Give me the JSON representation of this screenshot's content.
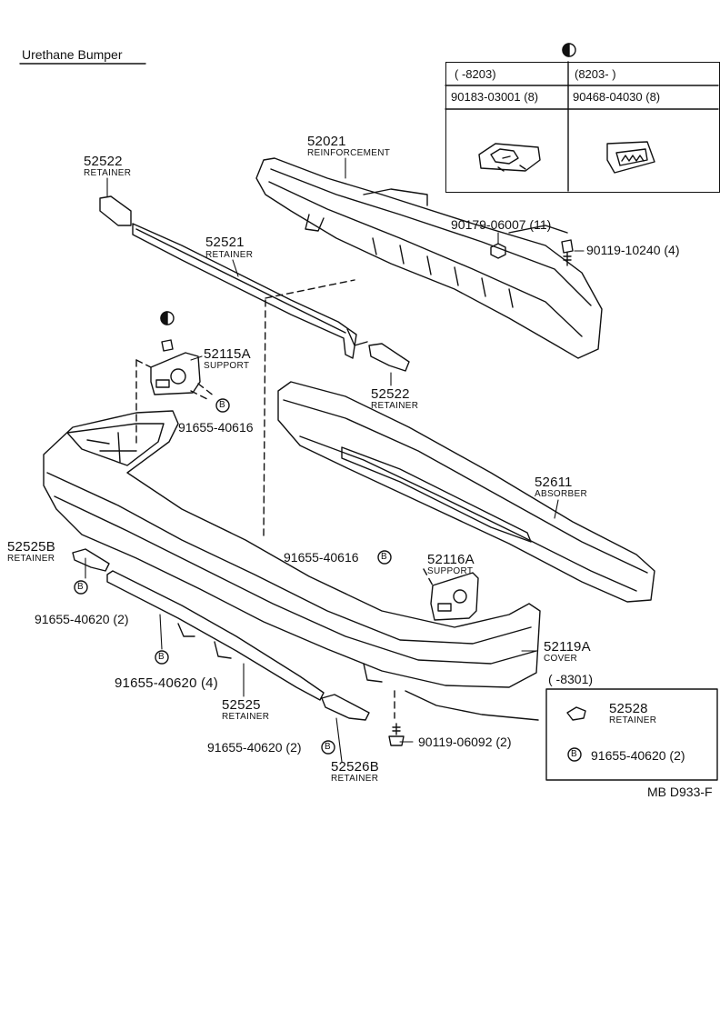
{
  "title": "Urethane Bumper",
  "diagram_code": "MB D933-F",
  "symbols": {
    "b_mark": "B"
  },
  "inset_table": {
    "headers": [
      "(      -8203)",
      "(8203-        )"
    ],
    "parts": [
      "90183-03001 (8)",
      "90468-04030 (8)"
    ]
  },
  "inset_2": {
    "header": "(      -8301)",
    "part_number": "52528",
    "part_name": "RETAINER",
    "fastener": "91655-40620 (2)"
  },
  "callouts": [
    {
      "id": "52522",
      "name": "RETAINER"
    },
    {
      "id": "52021",
      "name": "REINFORCEMENT"
    },
    {
      "id": "90179-06007 (11)"
    },
    {
      "id": "90119-10240 (4)"
    },
    {
      "id": "52521",
      "name": "RETAINER"
    },
    {
      "id": "52115A",
      "name": "SUPPORT"
    },
    {
      "id": "91655-40616"
    },
    {
      "id": "52522",
      "name": "RETAINER"
    },
    {
      "id": "52611",
      "name": "ABSORBER"
    },
    {
      "id": "52525B",
      "name": "RETAINER"
    },
    {
      "id": "91655-40616"
    },
    {
      "id": "52116A",
      "name": "SUPPORT"
    },
    {
      "id": "91655-40620 (2)"
    },
    {
      "id": "52119A",
      "name": "COVER"
    },
    {
      "id": "91655-40620 (4)"
    },
    {
      "id": "52525",
      "name": "RETAINER"
    },
    {
      "id": "91655-40620 (2)"
    },
    {
      "id": "90119-06092 (2)"
    },
    {
      "id": "52526B",
      "name": "RETAINER"
    }
  ]
}
